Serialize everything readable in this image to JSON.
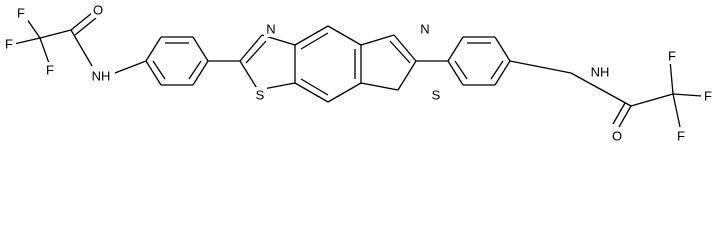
{
  "atom_labels": {
    "F_left_top": "F",
    "F_left_mid": "F",
    "F_left_bottom": "F",
    "O_left": "O",
    "NH_left": "NH",
    "N_left_ring": "N",
    "S_left_ring": "S",
    "N_right_ring": "N",
    "S_right_ring": "S",
    "NH_right": "NH",
    "O_right": "O",
    "F_right_top": "F",
    "F_right_mid": "F",
    "F_right_bottom": "F"
  },
  "colors": {
    "bond": "#000000",
    "background": "#ffffff"
  }
}
